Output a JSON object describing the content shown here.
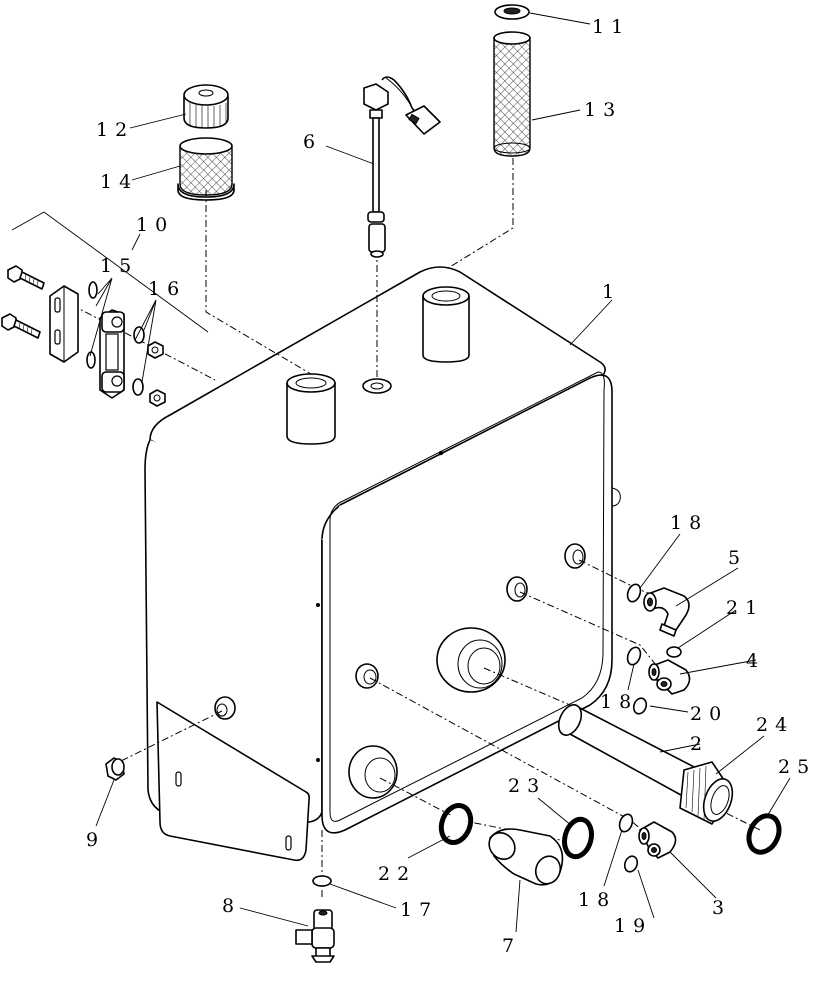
{
  "diagram": {
    "callouts": {
      "c1": "1",
      "c2": "2",
      "c3": "3",
      "c4": "4",
      "c5": "5",
      "c6": "6",
      "c7": "7",
      "c8": "8",
      "c9": "9",
      "c10": "10",
      "c11": "11",
      "c12": "12",
      "c13": "13",
      "c14": "14",
      "c15": "15",
      "c16": "16",
      "c17": "17",
      "c18a": "18",
      "c18b": "18",
      "c18c": "18",
      "c19": "19",
      "c20": "20",
      "c21": "21",
      "c22": "22",
      "c23": "23",
      "c24": "24",
      "c25": "25"
    }
  }
}
